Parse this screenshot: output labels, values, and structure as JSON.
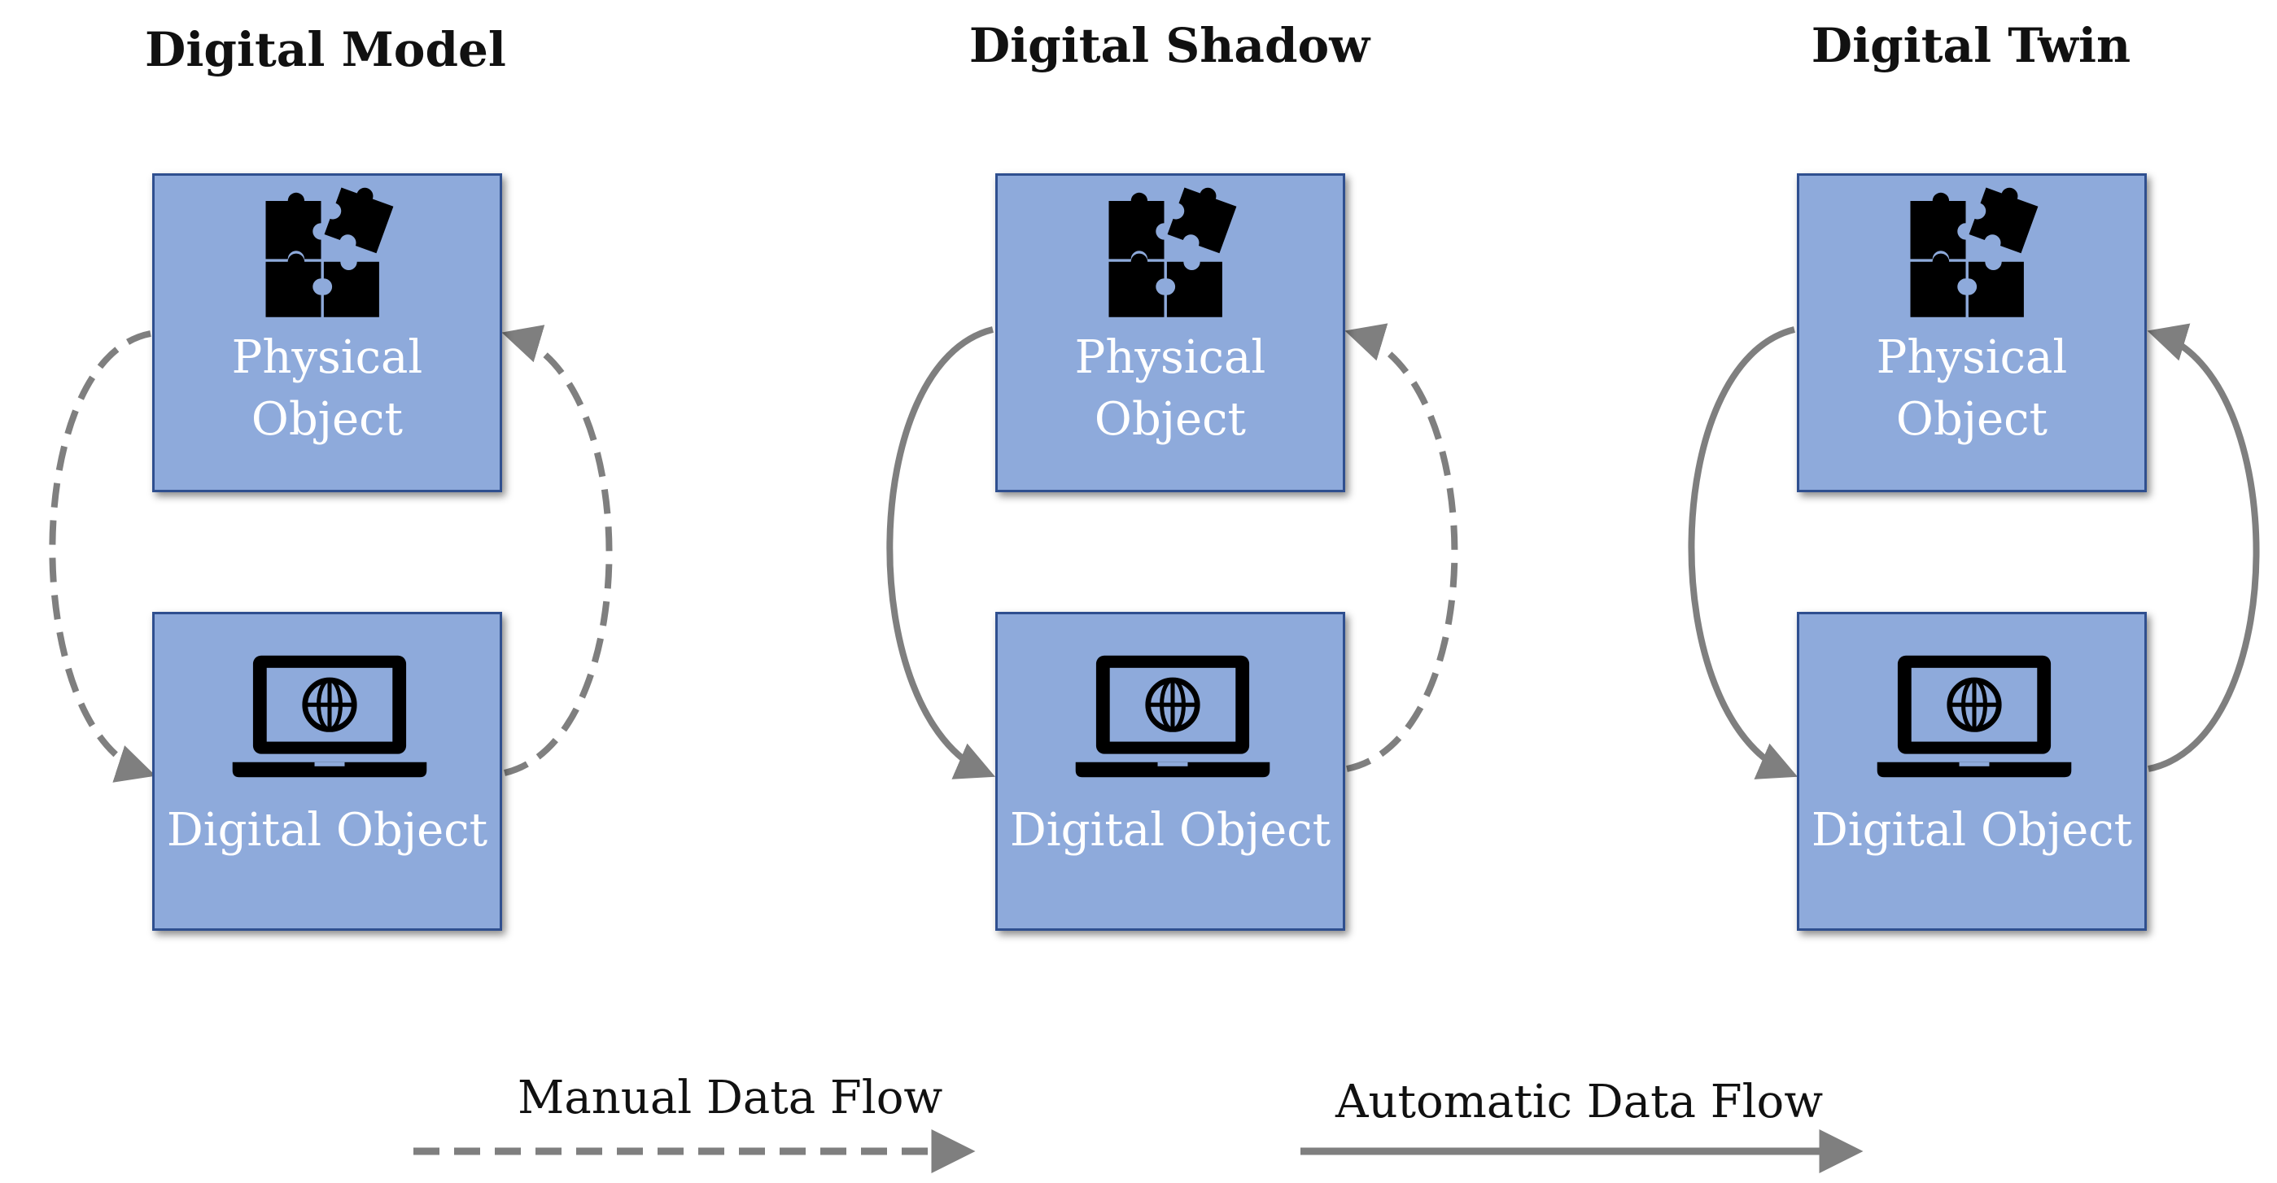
{
  "panels": [
    {
      "title": "Digital Model",
      "physical_label_line1": "Physical",
      "physical_label_line2": "Object",
      "digital_label": "Digital Object",
      "down_flow": "manual",
      "up_flow": "manual"
    },
    {
      "title": "Digital Shadow",
      "physical_label_line1": "Physical",
      "physical_label_line2": "Object",
      "digital_label": "Digital Object",
      "down_flow": "automatic",
      "up_flow": "manual"
    },
    {
      "title": "Digital Twin",
      "physical_label_line1": "Physical",
      "physical_label_line2": "Object",
      "digital_label": "Digital Object",
      "down_flow": "automatic",
      "up_flow": "automatic"
    }
  ],
  "legend": {
    "manual_label": "Manual Data Flow",
    "automatic_label": "Automatic Data Flow"
  },
  "icons": {
    "physical": "puzzle-pieces-icon",
    "digital": "laptop-globe-icon"
  },
  "colors": {
    "box_fill": "#8eaadb",
    "box_border": "#2f4f8f",
    "arrow": "#7f7f7f",
    "label_text": "#ffffff",
    "title_text": "#111111"
  }
}
